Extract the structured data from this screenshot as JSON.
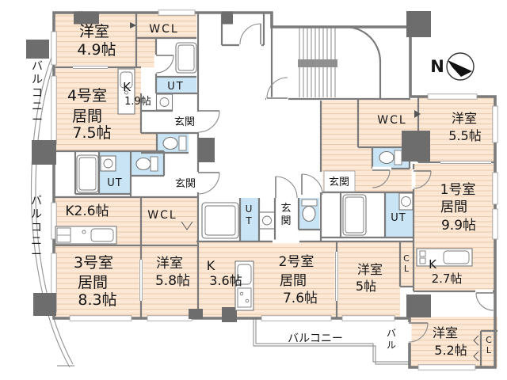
{
  "colors": {
    "floor": "#fce8d5",
    "floor_stripe": "#eac9ab",
    "wet": "#c9e4f4",
    "wall": "#7b7b7b",
    "pillar": "#6d6d6d",
    "text": "#151515"
  },
  "compass": {
    "north_label": "N"
  },
  "balconies": {
    "left_upper": "バルコニー",
    "left_lower": "バルコニー",
    "bottom": "バルコニー",
    "small": "バル"
  },
  "units": {
    "u1": {
      "living": [
        "1号室",
        "居間",
        "9.9帖"
      ],
      "bed_a": [
        "洋室",
        "5.5帖"
      ],
      "bed_b": [
        "洋室",
        "5.2帖"
      ],
      "kitchen": [
        "K",
        "2.7帖"
      ],
      "wcl": "WCL",
      "ut": "UT",
      "cl_a": "CL",
      "cl_b": "CL",
      "genkan": "玄関"
    },
    "u2": {
      "living": [
        "2号室",
        "居間",
        "7.6帖"
      ],
      "bed": [
        "洋室",
        "5帖"
      ],
      "kitchen": [
        "K",
        "3.6帖"
      ],
      "ut": "UT",
      "genkan": "玄関"
    },
    "u3": {
      "living": [
        "3号室",
        "居間",
        "8.3帖"
      ],
      "bed": [
        "洋室",
        "5.8帖"
      ],
      "kitchen": "K2.6帖",
      "wcl": "WCL",
      "ut": "UT",
      "genkan": "玄関"
    },
    "u4": {
      "living": [
        "4号室",
        "居間",
        "7.5帖"
      ],
      "bed": [
        "洋室",
        "4.9帖"
      ],
      "kitchen": [
        "K",
        "1.9帖"
      ],
      "wcl": "WCL",
      "ut": "UT",
      "genkan": "玄関"
    }
  }
}
